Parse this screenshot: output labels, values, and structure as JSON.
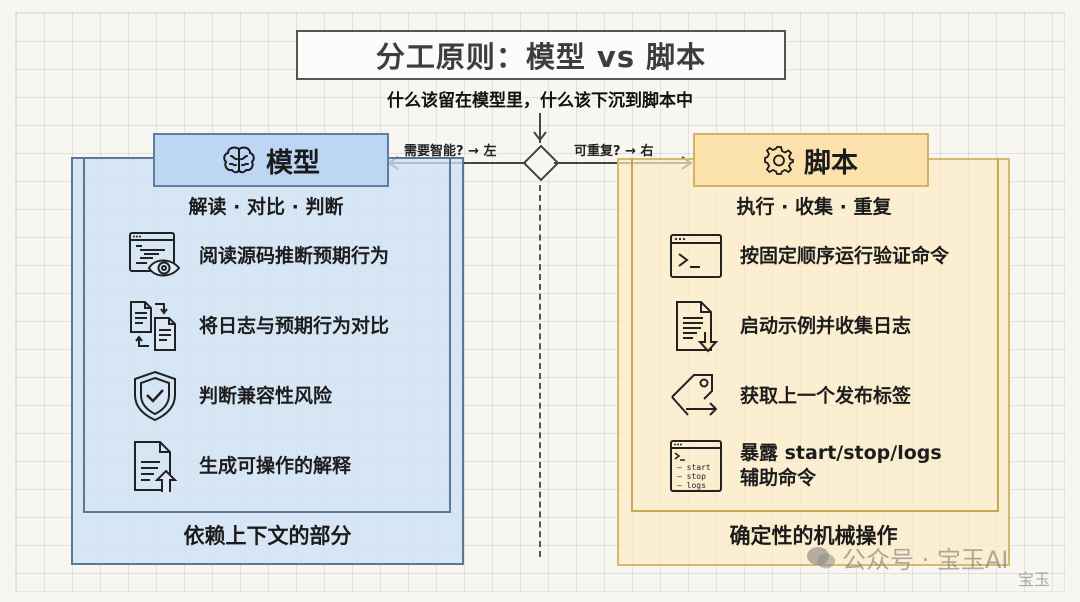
{
  "title": "分工原则：模型 vs 脚本",
  "subtitle": "什么该留在模型里，什么该下沉到脚本中",
  "flow": {
    "left_label": "需要智能? → 左",
    "right_label": "可重复? → 右"
  },
  "left_panel": {
    "icon": "brain-icon",
    "title": "模型",
    "subtitle": "解读 · 对比 · 判断",
    "items": [
      {
        "icon": "code-eye-icon",
        "text": "阅读源码推断预期行为"
      },
      {
        "icon": "compare-docs-icon",
        "text": "将日志与预期行为对比"
      },
      {
        "icon": "shield-check-icon",
        "text": "判断兼容性风险"
      },
      {
        "icon": "doc-upload-icon",
        "text": "生成可操作的解释"
      }
    ],
    "footer": "依赖上下文的部分",
    "colors": {
      "fill": "#cde1f6",
      "header": "#bcd6f4",
      "border": "#5d7893"
    }
  },
  "right_panel": {
    "icon": "gear-icon",
    "title": "脚本",
    "subtitle": "执行 · 收集 · 重复",
    "items": [
      {
        "icon": "terminal-icon",
        "text": "按固定顺序运行验证命令"
      },
      {
        "icon": "doc-download-icon",
        "text": "启动示例并收集日志"
      },
      {
        "icon": "tag-arrow-icon",
        "text": "获取上一个发布标签"
      },
      {
        "icon": "terminal-commands-icon",
        "text_line1": "暴露 start/stop/logs",
        "text_line2": "辅助命令",
        "cmds": [
          "— start",
          "— stop",
          "— logs"
        ]
      }
    ],
    "footer": "确定性的机械操作",
    "colors": {
      "fill": "#fdeac4",
      "header": "#fbe2ad",
      "border": "#d2b26a"
    }
  },
  "watermark": {
    "text": "公众号 · 宝玉AI",
    "sub": "宝玉"
  }
}
